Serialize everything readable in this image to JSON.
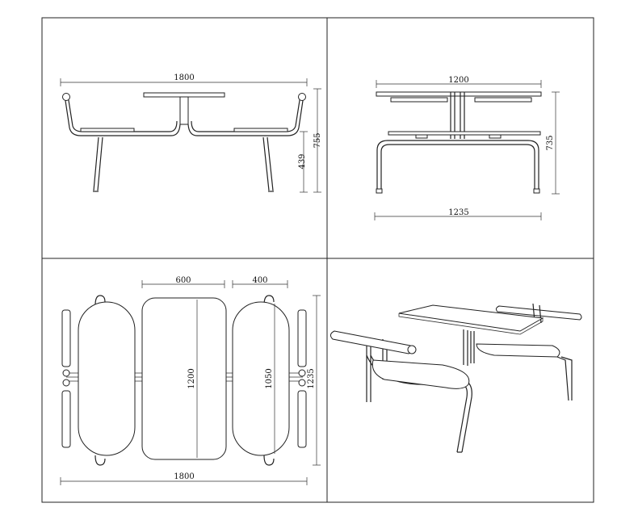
{
  "panels": {
    "front_view": {
      "dims": {
        "width": "1800",
        "overall_height": "755",
        "seat_height": "439"
      }
    },
    "side_view": {
      "dims": {
        "table_length": "1200",
        "overall_height": "735",
        "base_length": "1235"
      }
    },
    "top_view": {
      "dims": {
        "table_width": "600",
        "seat_width": "400",
        "table_length": "1200",
        "seat_length": "1050",
        "frame_length": "1235",
        "overall_width": "1800"
      }
    },
    "perspective_view": {}
  }
}
